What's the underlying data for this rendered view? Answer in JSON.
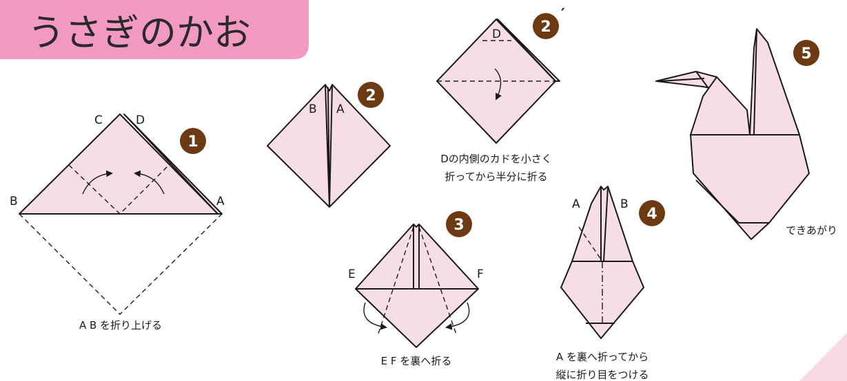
{
  "title": "うさぎのかお",
  "colors": {
    "title_bg": "#f39ac2",
    "paper": "#f6dde8",
    "step_badge": "#6b3a12",
    "line": "#1a1a1a",
    "corner_accent": "#f8d9e6"
  },
  "steps": [
    {
      "number": "1",
      "labels": [
        "C",
        "D",
        "B",
        "A"
      ],
      "caption": [
        "A B を折り上げる"
      ]
    },
    {
      "number": "2",
      "labels": [
        "B",
        "A"
      ],
      "caption": []
    },
    {
      "number": "2",
      "prime": "′",
      "labels": [
        "D"
      ],
      "caption": [
        "Dの内側のカドを小さく",
        "折ってから半分に折る"
      ]
    },
    {
      "number": "3",
      "labels": [
        "E",
        "F"
      ],
      "caption": [
        "E F を裏へ折る"
      ]
    },
    {
      "number": "4",
      "labels": [
        "A",
        "B"
      ],
      "caption": [
        "A を裏へ折ってから",
        "縦に折り目をつける"
      ]
    },
    {
      "number": "5",
      "labels": [],
      "caption": [
        "できあがり"
      ]
    }
  ]
}
